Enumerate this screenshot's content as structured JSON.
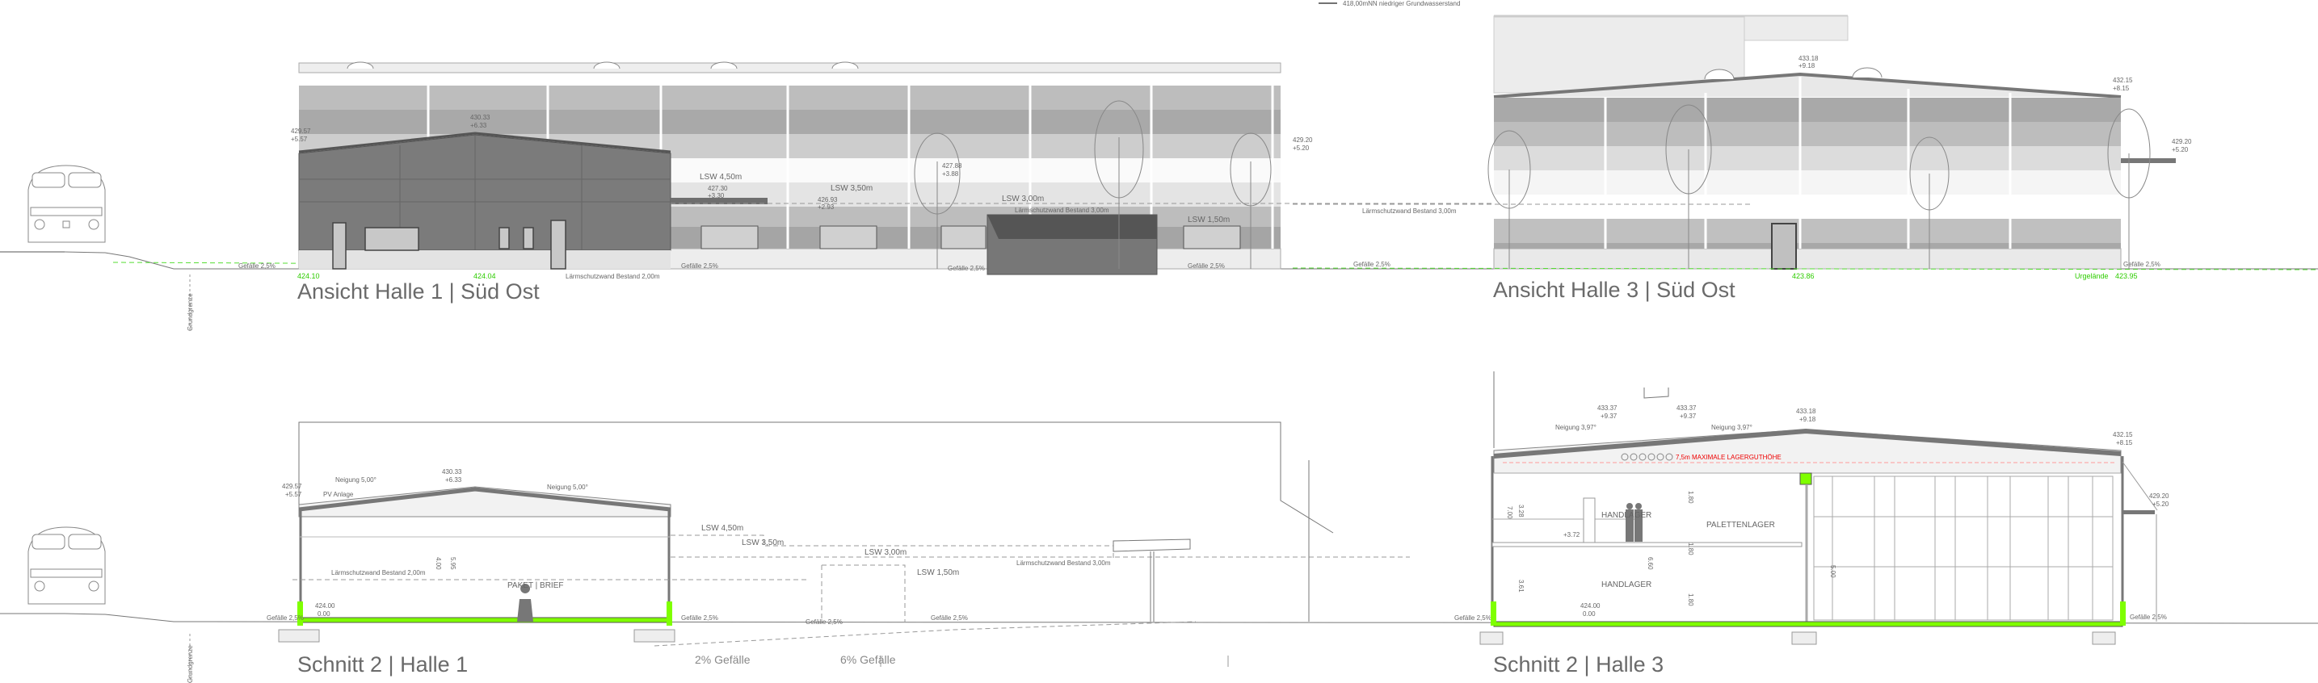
{
  "legend": {
    "groundwater": "418,00mNN   niedriger Grundwasserstand"
  },
  "property_line_label": "Grundgrenze",
  "elevation_halle1": {
    "title": "Ansicht Halle 1 | Süd Ost",
    "eaves_level": [
      "429.57",
      "+5.57"
    ],
    "ridge_level": [
      "430.33",
      "+6.33"
    ],
    "ground_levels": [
      "424.10",
      "424.04"
    ],
    "wall_label": "Lärmschutzwand Bestand 2,00m",
    "lsw": [
      "LSW 4,50m",
      "LSW 3,50m",
      "LSW 3,00m",
      "LSW 1,50m"
    ],
    "levels_mid": [
      [
        "427.30",
        "+3.30"
      ],
      [
        "426.93",
        "+2.93"
      ],
      [
        "427.88",
        "+3.88"
      ],
      [
        "429.20",
        "+5.20"
      ]
    ],
    "wall_label_2": "Lärmschutzwand Bestand 3,00m",
    "slopes": [
      "Gefälle 2,5%",
      "Gefälle 2,5%",
      "Gefälle 2,5%",
      "Gefälle 2,5%"
    ]
  },
  "elevation_halle3": {
    "title": "Ansicht Halle 3 | Süd Ost",
    "ridge_level": [
      "433.18",
      "+9.18"
    ],
    "eaves_level": [
      "432.15",
      "+8.15"
    ],
    "canopy_levels": [
      [
        "429.20",
        "+5.20"
      ],
      [
        "429.20",
        "+5.20"
      ]
    ],
    "ground_levels": [
      "423.86",
      "423.95"
    ],
    "urgelaende": "Urgelände",
    "slopes": [
      "Gefälle 2,5%",
      "Gefälle 2,5%"
    ]
  },
  "section_halle1": {
    "title": "Schnitt 2 | Halle 1",
    "eaves_level": [
      "429.57",
      "+5.57"
    ],
    "ridge_level": [
      "430.33",
      "+6.33"
    ],
    "pitch": [
      "Neigung 5,00°",
      "Neigung 5,00°"
    ],
    "pv": "PV Anlage",
    "floor_level": [
      "424.00",
      "0.00"
    ],
    "dims": [
      "4.00",
      "5.95"
    ],
    "wall_label": "Lärmschutzwand Bestand 2,00m",
    "room": "PAKET | BRIEF",
    "lsw": [
      "LSW 4,50m",
      "LSW 3,50m",
      "LSW 3,00m",
      "LSW 1,50m"
    ],
    "wall_label_2": "Lärmschutzwand Bestand 3,00m",
    "slopes": [
      "Gefälle 2,5%",
      "Gefälle 2,5%",
      "Gefälle 2,5%",
      "Gefälle 2,5%",
      "Gefälle 2,5%"
    ],
    "gradients": [
      "2% Gefälle",
      "6% Gefälle"
    ]
  },
  "section_halle3": {
    "title": "Schnitt 2 | Halle 3",
    "ridge_level": [
      "433.18",
      "+9.18"
    ],
    "skylight_levels": [
      [
        "433.37",
        "+9.37"
      ],
      [
        "433.37",
        "+9.37"
      ]
    ],
    "eaves_level": [
      "432.15",
      "+8.15"
    ],
    "canopy_level": [
      "429.20",
      "+5.20"
    ],
    "pitch": [
      "Neigung 3,97°",
      "Neigung 3,97°"
    ],
    "max_height": "7,5m MAXIMALE LAGERGUTHÖHE",
    "rooms": [
      "HANDLAGER",
      "HANDLAGER",
      "PALETTENLAGER"
    ],
    "mezzanine_level": "+3.72",
    "floor_level": [
      "424.00",
      "0.00"
    ],
    "dims": [
      "7.00",
      "3.28",
      "3.61",
      "6.60",
      "1.80",
      "1.80",
      "1.80",
      "5.00"
    ],
    "slope": "Gefälle 2,5%"
  }
}
